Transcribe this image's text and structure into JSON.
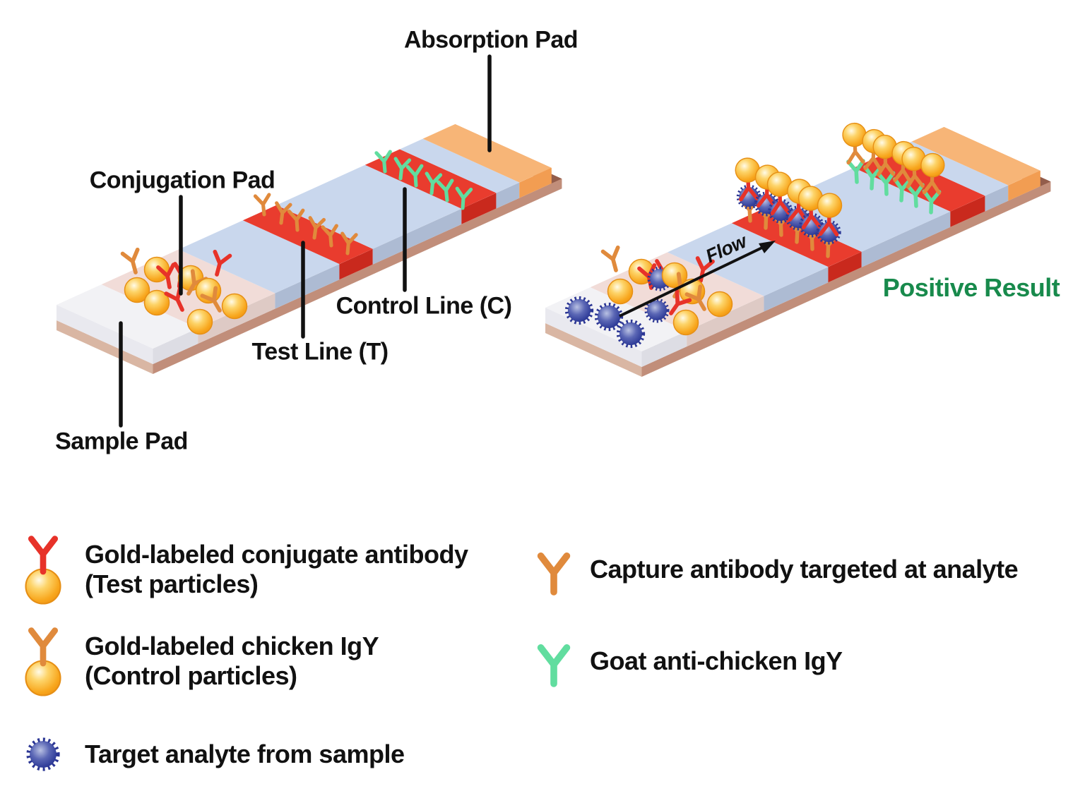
{
  "diagram": {
    "labels": {
      "absorption_pad": "Absorption Pad",
      "conjugation_pad": "Conjugation Pad",
      "control_line": "Control Line (C)",
      "test_line": "Test Line (T)",
      "sample_pad": "Sample Pad"
    },
    "flow_label": "Flow",
    "positive_result": "Positive Result",
    "colors": {
      "membrane_blue": "#c9d7ed",
      "test_control_line_red": "#e93c2e",
      "absorption_pad_orange": "#f7b577",
      "conjugation_pad_pink": "#f1dcd8",
      "sample_pad_white": "#f2f2f5",
      "backing_tan": "#c18e7a",
      "gold_particle": "#f8a71e",
      "conjugate_antibody_red": "#e73229",
      "capture_antibody_orange": "#e08a3c",
      "goat_antibody_green": "#61dd9f",
      "analyte_blue": "#303d99",
      "positive_text_green": "#188a4c",
      "label_text": "#111111"
    }
  },
  "legend": {
    "left": [
      {
        "icon": "gold-conjugate-antibody-icon",
        "line1": "Gold-labeled conjugate antibody",
        "line2": "(Test particles)"
      },
      {
        "icon": "gold-chicken-igy-icon",
        "line1": "Gold-labeled chicken IgY",
        "line2": "(Control particles)"
      },
      {
        "icon": "target-analyte-icon",
        "line1": "Target analyte from sample",
        "line2": ""
      }
    ],
    "right": [
      {
        "icon": "capture-antibody-icon",
        "line1": "Capture antibody targeted at analyte"
      },
      {
        "icon": "goat-anti-chicken-igy-icon",
        "line1": "Goat anti-chicken IgY"
      }
    ]
  }
}
